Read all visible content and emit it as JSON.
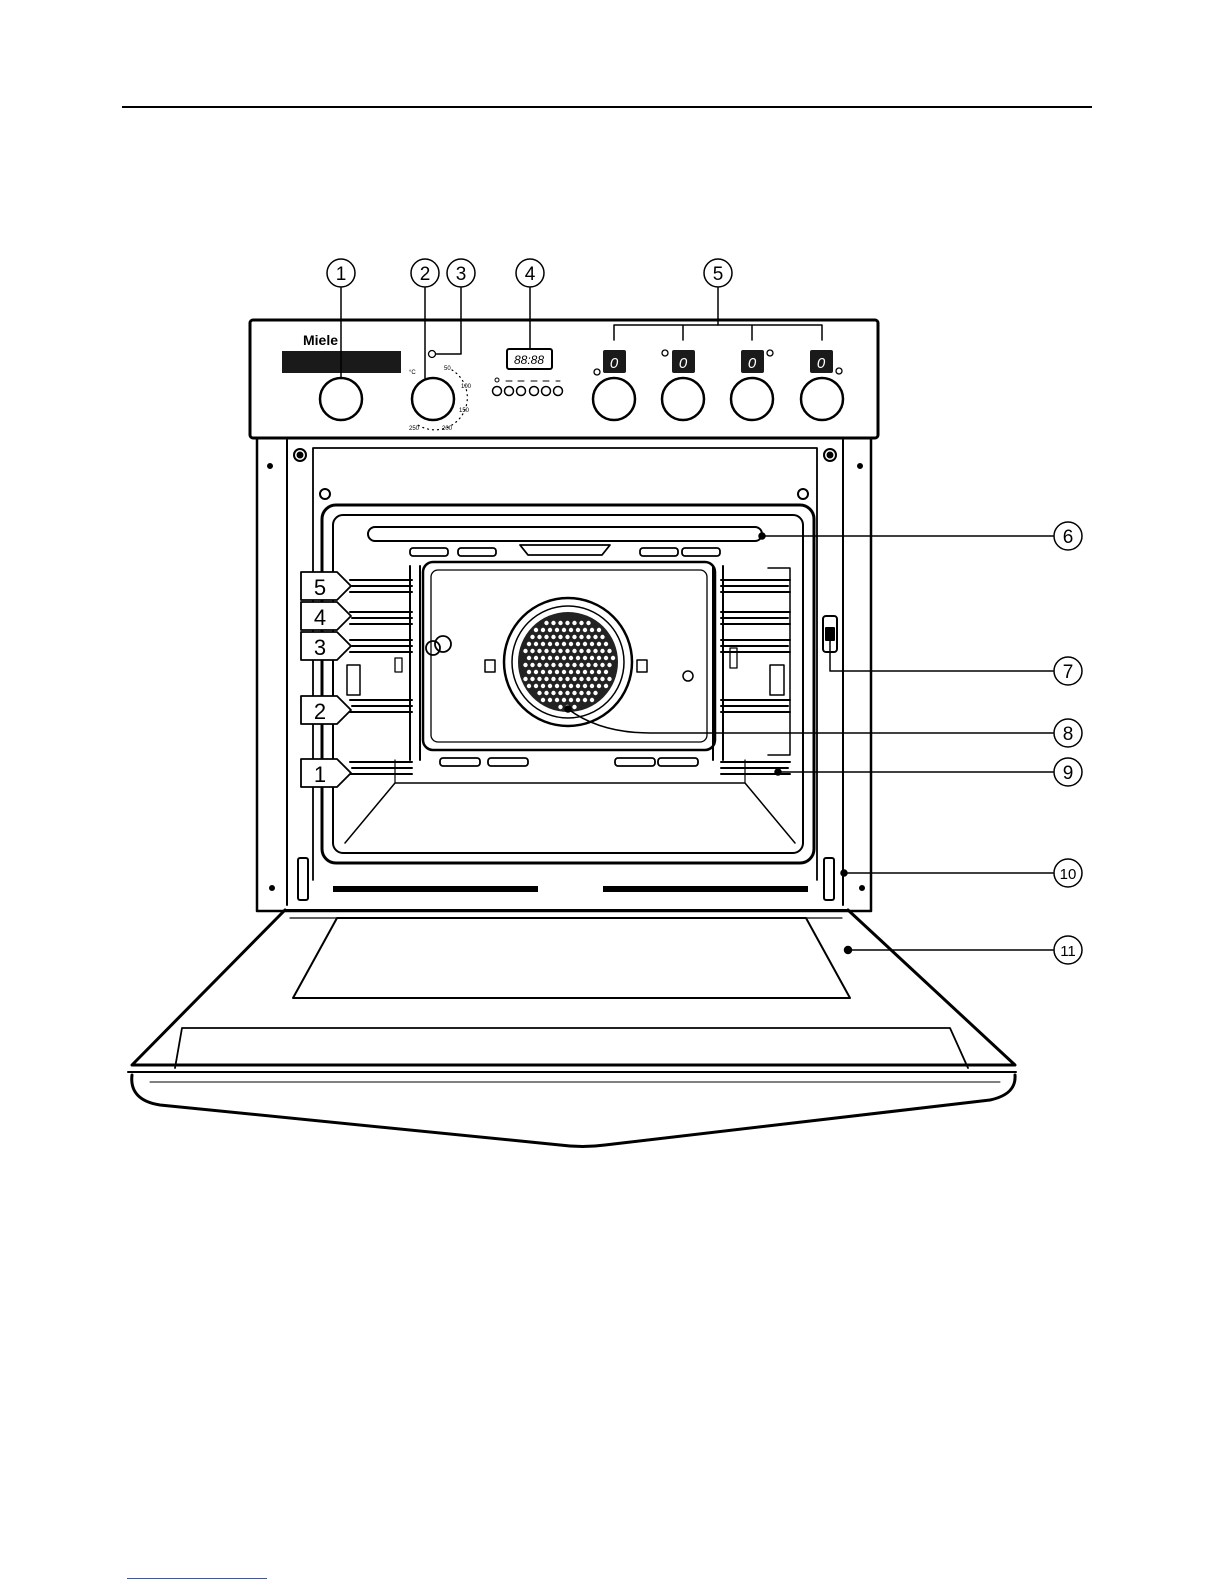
{
  "brand": "Miele",
  "callouts": [
    "1",
    "2",
    "3",
    "4",
    "5",
    "6",
    "7",
    "8",
    "9",
    "10",
    "11"
  ],
  "shelf_levels": [
    "5",
    "4",
    "3",
    "2",
    "1"
  ],
  "display": {
    "clock": "88:88",
    "zone_digits": [
      "0",
      "0",
      "0",
      "0"
    ]
  },
  "temperature_scale": [
    "°C",
    "50",
    "100",
    "150",
    "200",
    "250"
  ],
  "colors": {
    "line": "#000000",
    "background": "#ffffff",
    "display": "#1a1a1a",
    "fan_grille": "#222222"
  }
}
